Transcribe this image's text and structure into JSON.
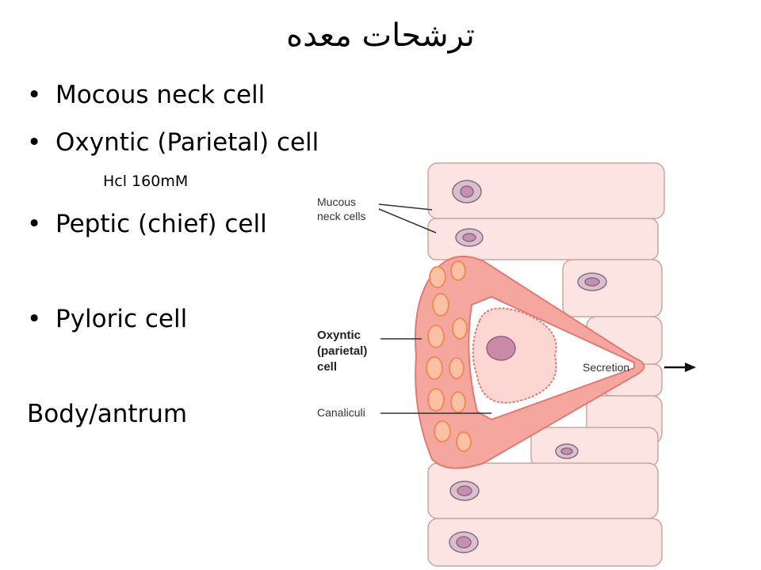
{
  "slide": {
    "title": "ترشحات معده",
    "bullets": [
      "Mocous neck cell",
      "Oxyntic (Parietal) cell",
      "Peptic (chief) cell",
      "Pyloric cell"
    ],
    "bullet_marker": "•",
    "sub_note": "Hcl 160mM",
    "footer_text": "Body/antrum"
  },
  "figure": {
    "labels": {
      "mucous_line1": "Mucous",
      "mucous_line2": "neck cells",
      "oxyntic_line1": "Oxyntic",
      "oxyntic_line2": "(parietal)",
      "oxyntic_line3": "cell",
      "canaliculi": "Canaliculi",
      "secretion": "Secretion"
    },
    "colors": {
      "neighbor_cell_fill": "#fbe4e2",
      "neighbor_cell_stroke": "#c9a5a3",
      "parietal_fill": "#f5a79f",
      "parietal_stroke": "#e07a72",
      "nucleus_fill": "#c98aa8",
      "mitochondria": "#f08a5a"
    }
  }
}
